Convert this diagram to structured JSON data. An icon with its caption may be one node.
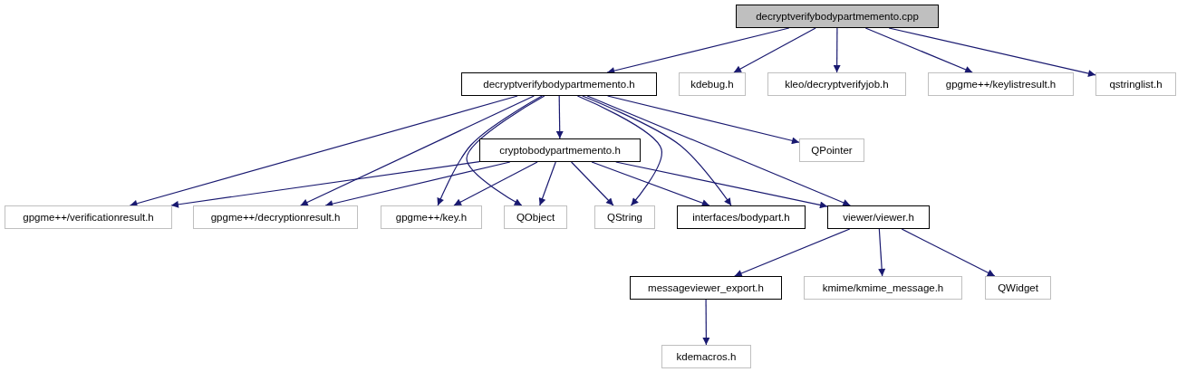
{
  "diagram": {
    "nodes": [
      {
        "text": [
          "decryptverifybodypartmemento.cpp"
        ]
      },
      {
        "text": [
          "decryptverifybodypartmemento.h"
        ]
      },
      {
        "text": [
          "kdebug.h"
        ]
      },
      {
        "text": [
          "kleo/decryptverifyjob.h"
        ]
      },
      {
        "text": [
          "gpgme++/keylistresult.h"
        ]
      },
      {
        "text": [
          "qstringlist.h"
        ]
      },
      {
        "text": [
          "cryptobodypartmemento.h"
        ]
      },
      {
        "text": [
          "QPointer"
        ]
      },
      {
        "text": [
          "gpgme++/verificationresult.h"
        ]
      },
      {
        "text": [
          "gpgme++/decryptionresult.h"
        ]
      },
      {
        "text": [
          "gpgme++/key.h"
        ]
      },
      {
        "text": [
          "QObject"
        ]
      },
      {
        "text": [
          "QString"
        ]
      },
      {
        "text": [
          "interfaces/bodypart.h"
        ]
      },
      {
        "text": [
          "viewer/viewer.h"
        ]
      },
      {
        "text": [
          "messageviewer_export.h"
        ]
      },
      {
        "text": [
          "kmime/kmime_message.h"
        ]
      },
      {
        "text": [
          "QWidget"
        ]
      },
      {
        "text": [
          "kdemacros.h"
        ]
      }
    ],
    "edges": [
      {
        "from": 0,
        "to": 1,
        "arrow": "to"
      },
      {
        "from": 0,
        "to": 2,
        "arrow": "to"
      },
      {
        "from": 0,
        "to": 3,
        "arrow": "to"
      },
      {
        "from": 0,
        "to": 4,
        "arrow": "to"
      },
      {
        "from": 0,
        "to": 5,
        "arrow": "to"
      },
      {
        "from": 1,
        "to": 8,
        "arrow": "to"
      },
      {
        "from": 1,
        "to": 9,
        "arrow": "to"
      },
      {
        "from": 1,
        "to": 10,
        "arrow": "to"
      },
      {
        "from": 1,
        "to": 11,
        "arrow": "to"
      },
      {
        "from": 1,
        "to": 12,
        "arrow": "to"
      },
      {
        "from": 1,
        "to": 13,
        "arrow": "to"
      },
      {
        "from": 1,
        "to": 14,
        "arrow": "to"
      },
      {
        "from": 1,
        "to": 6,
        "arrow": "to"
      },
      {
        "from": 1,
        "to": 7,
        "arrow": "to"
      },
      {
        "from": 6,
        "to": 8,
        "arrow": "to"
      },
      {
        "from": 6,
        "to": 9,
        "arrow": "to"
      },
      {
        "from": 6,
        "to": 10,
        "arrow": "to"
      },
      {
        "from": 6,
        "to": 11,
        "arrow": "to"
      },
      {
        "from": 6,
        "to": 12,
        "arrow": "to"
      },
      {
        "from": 6,
        "to": 13,
        "arrow": "to"
      },
      {
        "from": 6,
        "to": 14,
        "arrow": "to"
      },
      {
        "from": 14,
        "to": 15,
        "arrow": "to"
      },
      {
        "from": 14,
        "to": 16,
        "arrow": "to"
      },
      {
        "from": 14,
        "to": 17,
        "arrow": "to"
      },
      {
        "from": 15,
        "to": 18,
        "arrow": "to"
      }
    ]
  }
}
